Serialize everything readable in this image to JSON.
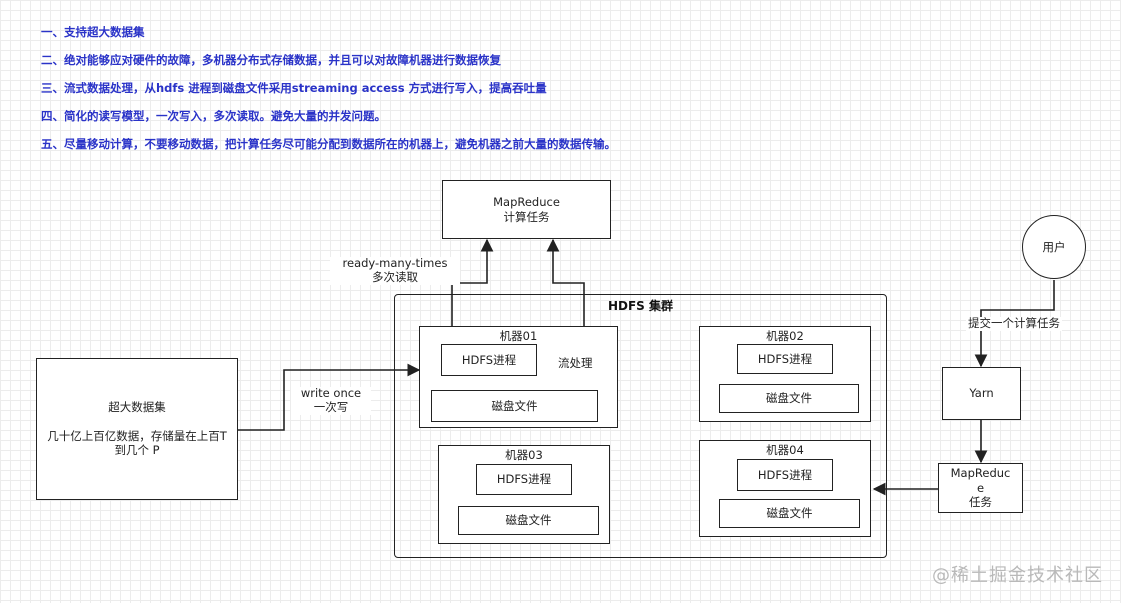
{
  "notes": [
    "一、支持超大数据集",
    "二、绝对能够应对硬件的故障，多机器分布式存储数据，并且可以对故障机器进行数据恢复",
    "三、流式数据处理，从hdfs 进程到磁盘文件采用streaming access 方式进行写入，提高吞吐量",
    "四、简化的读写模型，一次写入，多次读取。避免大量的并发问题。",
    "五、尽量移动计算，不要移动数据，把计算任务尽可能分配到数据所在的机器上，避免机器之前大量的数据传输。"
  ],
  "mapreduce_top": {
    "line1": "MapReduce",
    "line2": "计算任务"
  },
  "ready_label": {
    "line1": "ready-many-times",
    "line2": "多次读取"
  },
  "cluster": {
    "title": "HDFS 集群",
    "machines": [
      {
        "title": "机器01",
        "process": "HDFS进程",
        "disk": "磁盘文件"
      },
      {
        "title": "机器02",
        "process": "HDFS进程",
        "disk": "磁盘文件"
      },
      {
        "title": "机器03",
        "process": "HDFS进程",
        "disk": "磁盘文件"
      },
      {
        "title": "机器04",
        "process": "HDFS进程",
        "disk": "磁盘文件"
      }
    ],
    "stream_label": "流处理"
  },
  "dataset": {
    "line1": "超大数据集",
    "line2": "几十亿上百亿数据，存储量在上百T",
    "line3": "到几个 P"
  },
  "write_label": {
    "line1": "write once",
    "line2": "一次写"
  },
  "user": "用户",
  "submit_label": "提交一个计算任务",
  "yarn": "Yarn",
  "mapreduce_task": {
    "line1": "MapReduc",
    "line2": "e",
    "line3": "任务"
  },
  "watermark": "@稀土掘金技术社区"
}
